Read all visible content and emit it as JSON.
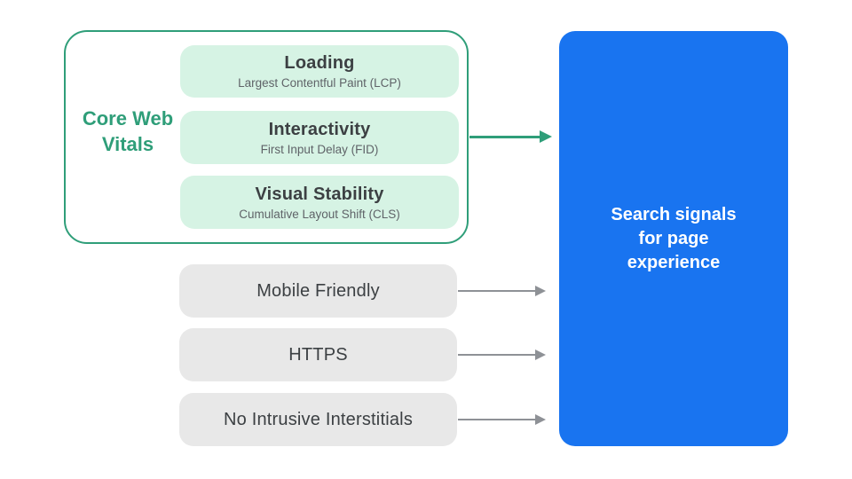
{
  "colors": {
    "green_accent": "#2F9E79",
    "green_light_fill": "#D6F3E4",
    "gray_fill": "#E8E8E8",
    "blue_panel": "#1974F0",
    "title_text": "#3C4043",
    "subtitle_text": "#5F6368",
    "arrow_gray": "#8E9196",
    "panel_text": "#FFFFFF"
  },
  "core_web_vitals": {
    "group_label": "Core Web Vitals",
    "items": [
      {
        "title": "Loading",
        "subtitle": "Largest Contentful Paint (LCP)"
      },
      {
        "title": "Interactivity",
        "subtitle": "First Input Delay (FID)"
      },
      {
        "title": "Visual Stability",
        "subtitle": "Cumulative Layout Shift (CLS)"
      }
    ]
  },
  "other_signals": [
    {
      "label": "Mobile Friendly"
    },
    {
      "label": "HTTPS"
    },
    {
      "label": "No Intrusive Interstitials"
    }
  ],
  "result_box": {
    "lines": [
      "Search signals",
      "for page",
      "experience"
    ]
  }
}
